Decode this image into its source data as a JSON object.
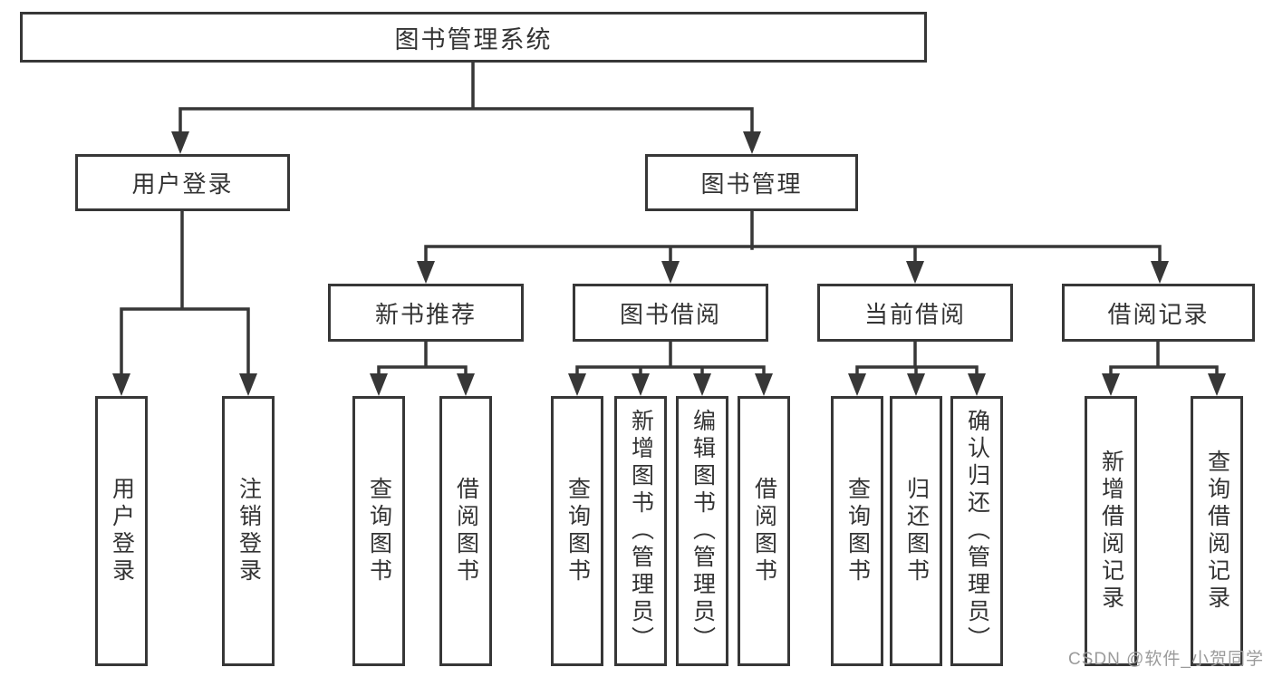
{
  "tree": {
    "label": "图书管理系统",
    "children": [
      {
        "label": "用户登录",
        "children": [
          {
            "label": "用户登录"
          },
          {
            "label": "注销登录"
          }
        ]
      },
      {
        "label": "图书管理",
        "children": [
          {
            "label": "新书推荐",
            "children": [
              {
                "label": "查询图书"
              },
              {
                "label": "借阅图书"
              }
            ]
          },
          {
            "label": "图书借阅",
            "children": [
              {
                "label": "查询图书"
              },
              {
                "label": "新增图书（管理员）"
              },
              {
                "label": "编辑图书（管理员）"
              },
              {
                "label": "借阅图书"
              }
            ]
          },
          {
            "label": "当前借阅",
            "children": [
              {
                "label": "查询图书"
              },
              {
                "label": "归还图书"
              },
              {
                "label": "确认归还（管理员）"
              }
            ]
          },
          {
            "label": "借阅记录",
            "children": [
              {
                "label": "新增借阅记录"
              },
              {
                "label": "查询借阅记录"
              }
            ]
          }
        ]
      }
    ]
  },
  "watermark": {
    "text": "CSDN @软件_小贺同学"
  },
  "colors": {
    "line": "#373737",
    "text": "#333333",
    "watermark": "#9b9b9b",
    "node_background": "#ffffff",
    "page_background": "#ffffff"
  }
}
